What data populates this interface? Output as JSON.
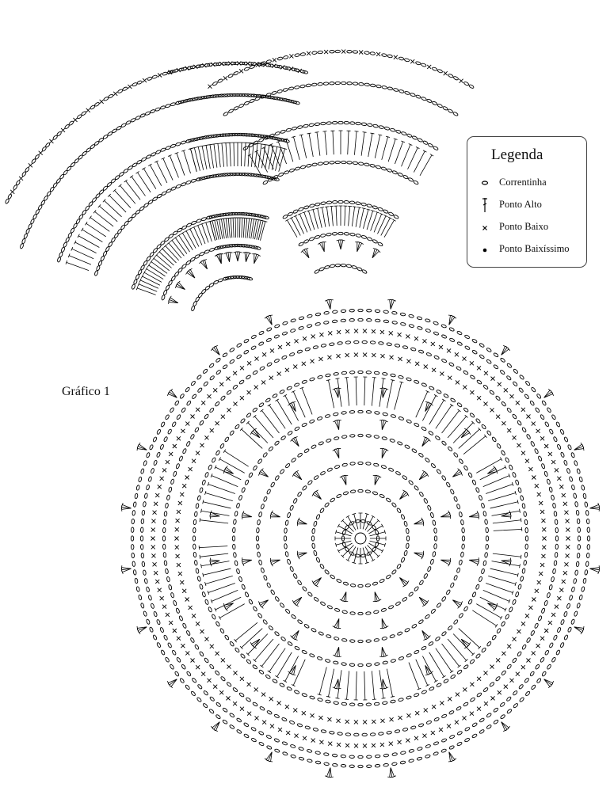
{
  "title": "Gráfico 1",
  "legend": {
    "heading": "Legenda",
    "items": [
      {
        "symbol": "chain-oval-icon",
        "label": "Correntinha"
      },
      {
        "symbol": "double-crochet-icon",
        "label": "Ponto Alto"
      },
      {
        "symbol": "single-crochet-x-icon",
        "label": "Ponto Baixo"
      },
      {
        "symbol": "slip-stitch-dot-icon",
        "label": "Ponto Baixíssimo"
      }
    ]
  }
}
